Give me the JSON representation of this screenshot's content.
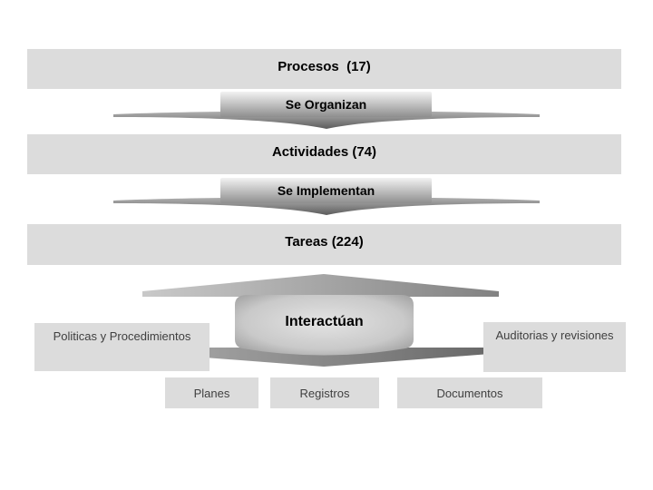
{
  "slide": {
    "background": "#ffffff"
  },
  "colors": {
    "bar_background": "#dcdcdc",
    "box_background": "#dcdcdc",
    "bar_text": "#000000",
    "box_text": "#404040",
    "connector_gradient_light": "#f0f0f0",
    "connector_gradient_dark": "#8e8e8e",
    "wing_gradient_light": "#b2b2b2",
    "wing_gradient_dark": "#5c5c5c",
    "arrow_body_light": "#e4e4e4",
    "arrow_body_dark": "#909090"
  },
  "diagram": {
    "levels": [
      {
        "label": "Procesos  (17)"
      },
      {
        "label": "Actividades (74)"
      },
      {
        "label": "Tareas (224)"
      }
    ],
    "connectors": [
      {
        "label": "Se Organizan"
      },
      {
        "label": "Se Implementan"
      }
    ],
    "interaction": {
      "label": "Interactúan"
    },
    "side_boxes": [
      {
        "label": "Politicas y Procedimientos"
      },
      {
        "label": "Auditorias y revisiones"
      }
    ],
    "bottom_boxes": [
      {
        "label": "Planes"
      },
      {
        "label": "Registros"
      },
      {
        "label": "Documentos"
      }
    ]
  }
}
